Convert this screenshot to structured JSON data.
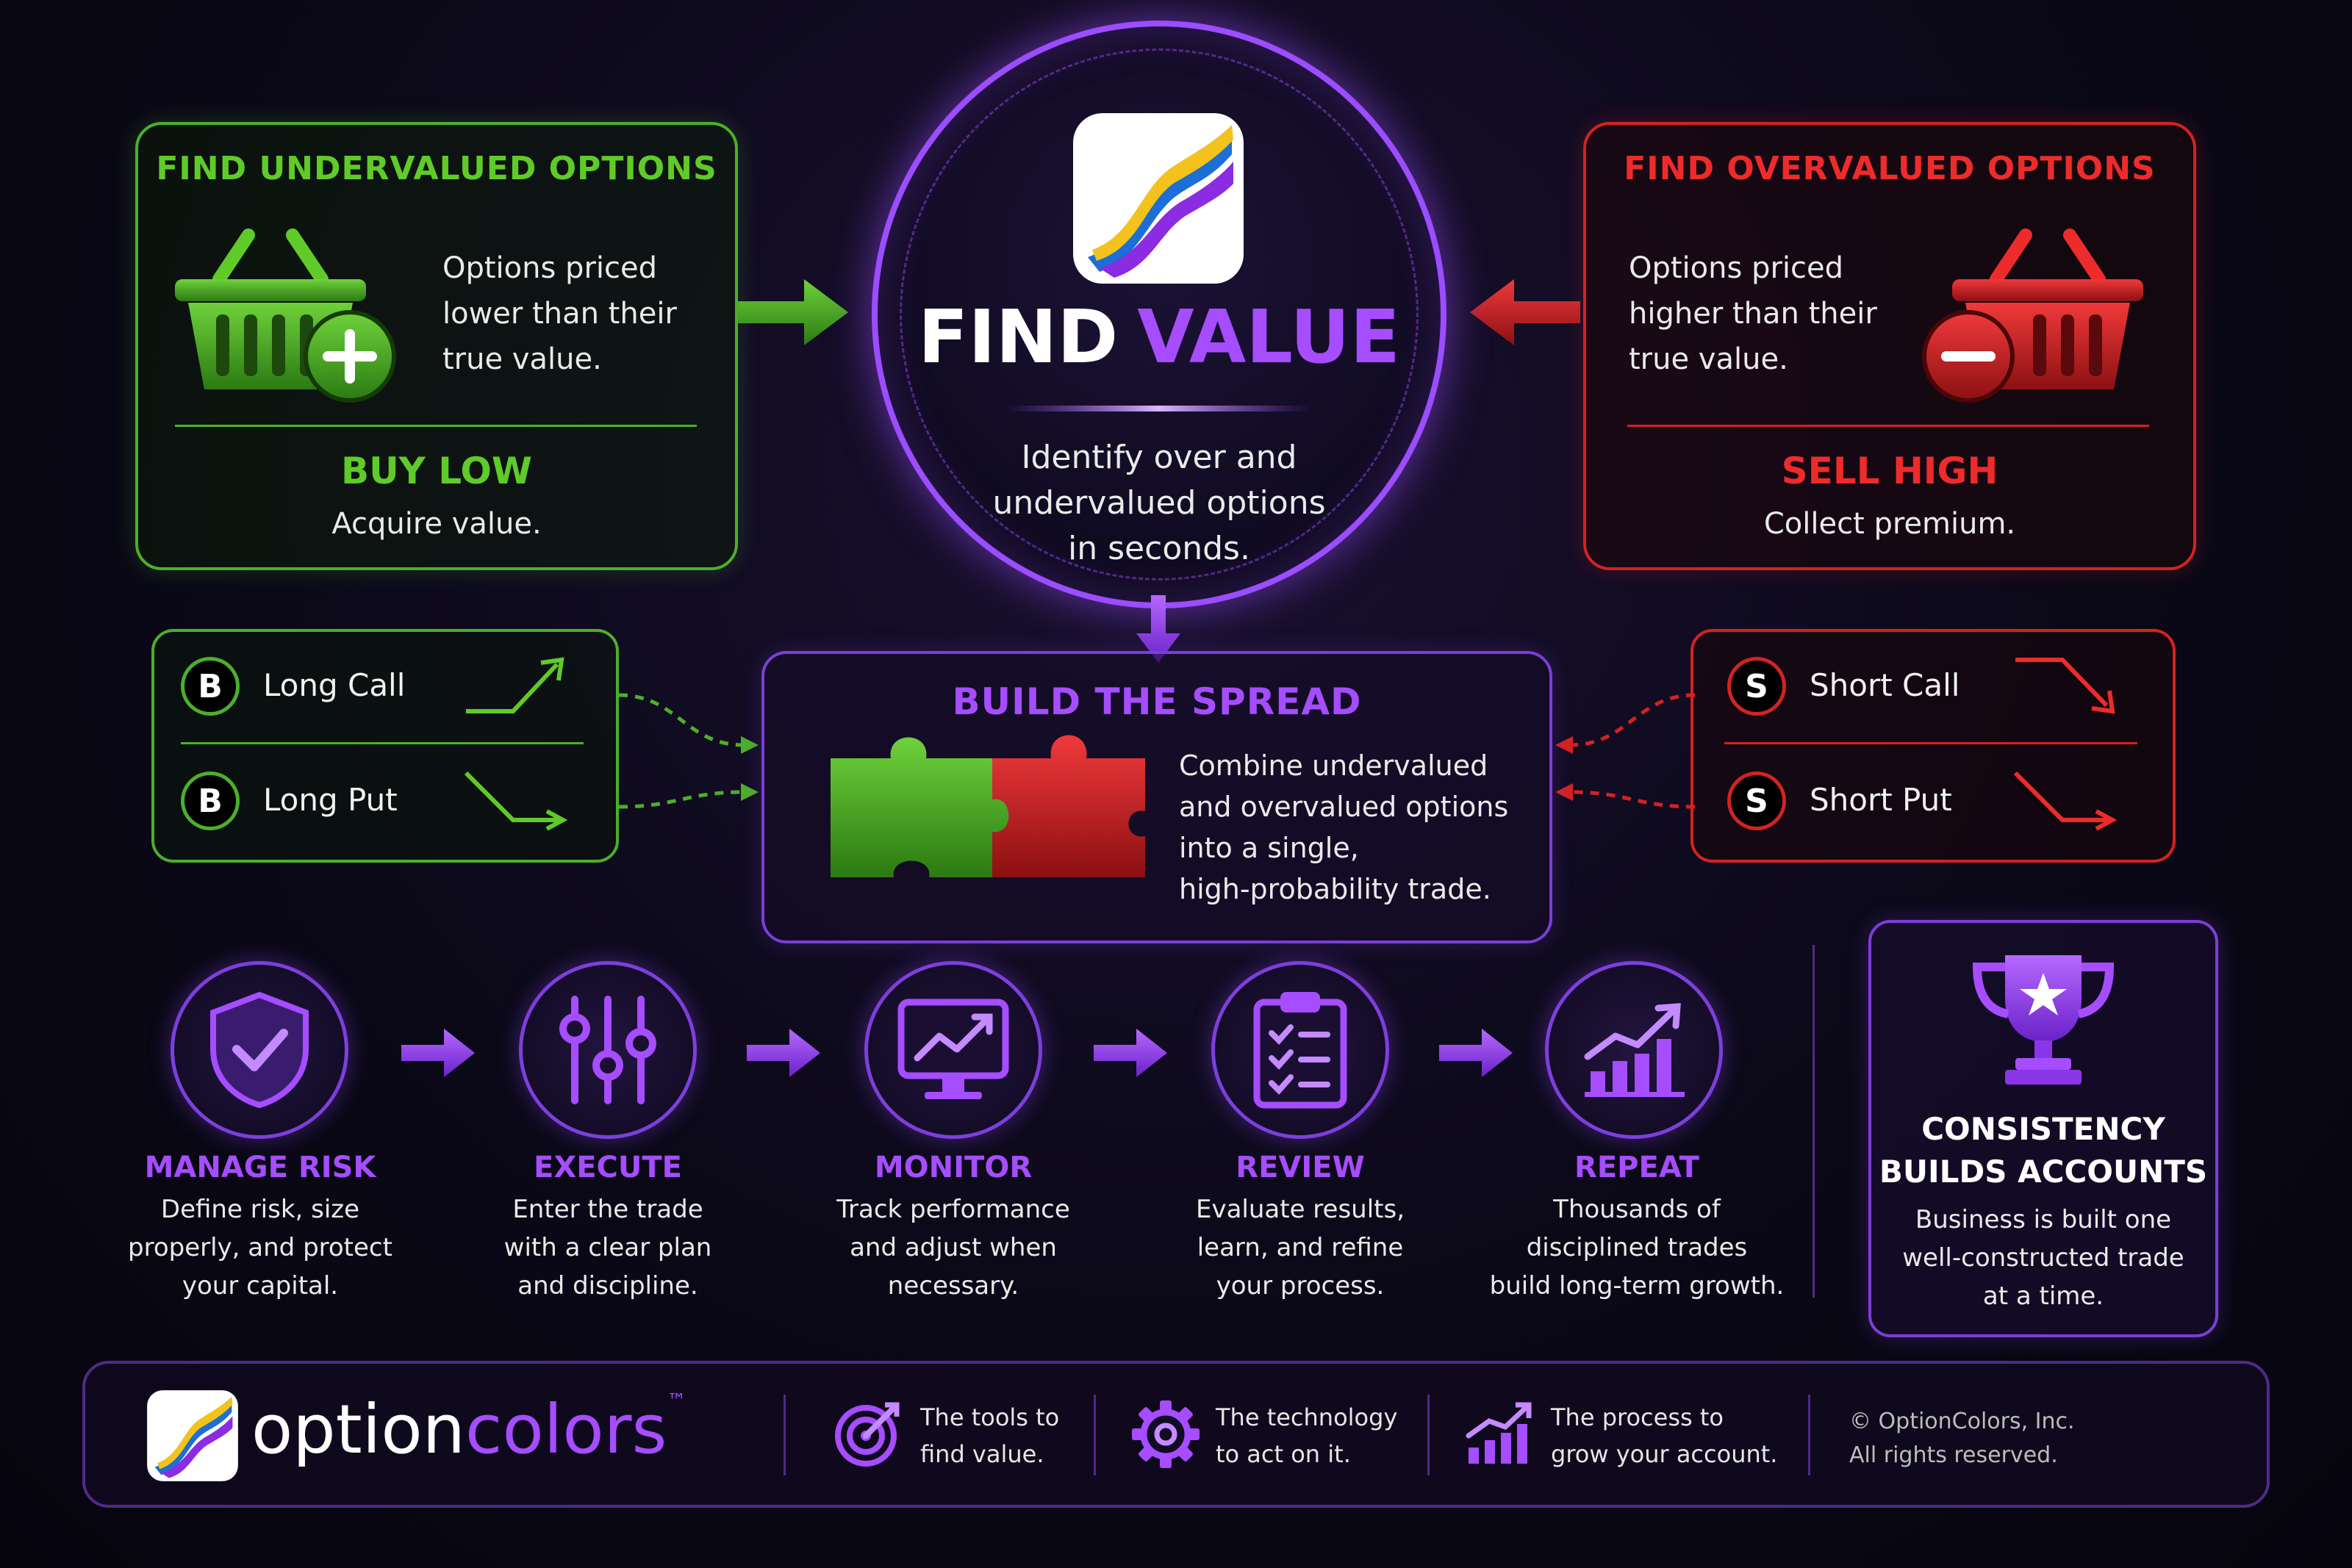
{
  "colors": {
    "green": "#4caf2a",
    "red": "#d42222",
    "purple": "#a54dff",
    "background": "#0b0918"
  },
  "undervalued": {
    "title": "FIND UNDERVALUED OPTIONS",
    "desc_lines": [
      "Options priced",
      "lower than their",
      "true value."
    ],
    "action": "BUY LOW",
    "action_desc": "Acquire value.",
    "icon": "shopping-basket-plus-icon"
  },
  "overvalued": {
    "title": "FIND OVERVALUED OPTIONS",
    "desc_lines": [
      "Options priced",
      "higher than their",
      "true value."
    ],
    "action": "SELL HIGH",
    "action_desc": "Collect premium.",
    "icon": "shopping-basket-minus-icon"
  },
  "center": {
    "title_word1": "FIND",
    "title_word2": "VALUE",
    "desc_lines": [
      "Identify over and",
      "undervalued options",
      "in seconds."
    ]
  },
  "legs_buy": [
    {
      "badge": "B",
      "label": "Long Call",
      "icon": "trend-up-icon"
    },
    {
      "badge": "B",
      "label": "Long Put",
      "icon": "trend-down-icon"
    }
  ],
  "legs_sell": [
    {
      "badge": "S",
      "label": "Short Call",
      "icon": "trend-down-icon"
    },
    {
      "badge": "S",
      "label": "Short Put",
      "icon": "trend-down-icon"
    }
  ],
  "spread": {
    "title": "BUILD THE SPREAD",
    "desc_lines": [
      "Combine undervalued",
      "and overvalued options",
      "into a single,",
      "high-probability trade."
    ],
    "icon": "puzzle-pieces-icon"
  },
  "steps": [
    {
      "title": "MANAGE RISK",
      "desc_lines": [
        "Define risk, size",
        "properly, and protect",
        "your capital."
      ],
      "icon": "shield-check-icon"
    },
    {
      "title": "EXECUTE",
      "desc_lines": [
        "Enter the trade",
        "with a clear plan",
        "and discipline."
      ],
      "icon": "sliders-icon"
    },
    {
      "title": "MONITOR",
      "desc_lines": [
        "Track performance",
        "and adjust when",
        "necessary."
      ],
      "icon": "monitor-chart-icon"
    },
    {
      "title": "REVIEW",
      "desc_lines": [
        "Evaluate results,",
        "learn, and refine",
        "your process."
      ],
      "icon": "clipboard-checklist-icon"
    },
    {
      "title": "REPEAT",
      "desc_lines": [
        "Thousands of",
        "disciplined trades",
        "build long-term growth."
      ],
      "icon": "growth-chart-icon"
    }
  ],
  "trophy": {
    "title_lines": [
      "CONSISTENCY",
      "BUILDS ACCOUNTS"
    ],
    "desc_lines": [
      "Business is built one",
      "well-constructed trade",
      "at a time."
    ],
    "icon": "trophy-star-icon"
  },
  "footer": {
    "logo_word1": "option",
    "logo_word2": "colors",
    "logo_tm": "™",
    "items": [
      {
        "lines": [
          "The tools to",
          "find value."
        ],
        "icon": "target-icon"
      },
      {
        "lines": [
          "The technology",
          "to act on it."
        ],
        "icon": "gear-icon"
      },
      {
        "lines": [
          "The process to",
          "grow your account."
        ],
        "icon": "bar-chart-icon"
      }
    ],
    "copyright_lines": [
      "© OptionColors, Inc.",
      "All rights reserved."
    ]
  }
}
